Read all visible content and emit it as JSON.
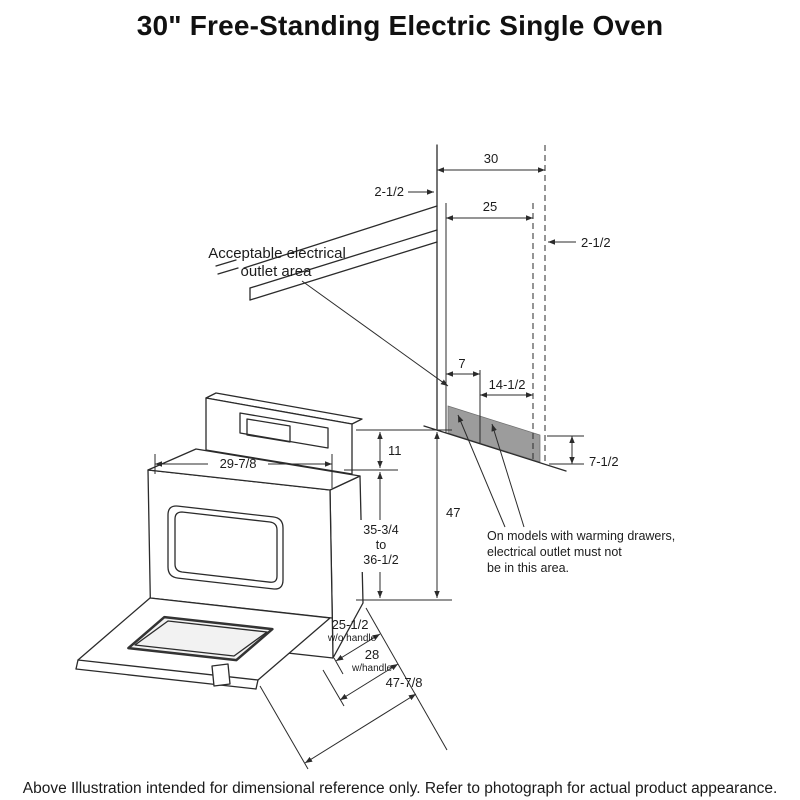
{
  "page": {
    "title": "30\" Free-Standing Electric Single Oven",
    "footer": "Above Illustration intended for dimensional reference only. Refer to photograph for actual product appearance."
  },
  "annotations": {
    "outlet_area": {
      "line1": "Acceptable electrical",
      "line2": "outlet area"
    },
    "warming_note": {
      "line1": "On models with warming drawers,",
      "line2": "electrical outlet must not",
      "line3": "be in this area."
    }
  },
  "dimensions": {
    "opening_width": "30",
    "left_clearance": "2-1/2",
    "inner_width": "25",
    "right_clearance": "2-1/2",
    "offset_from_edge": "7",
    "no_outlet_width": "14-1/2",
    "no_outlet_height": "7-1/2",
    "backguard_height": "11",
    "cooktop_height_line1": "35-3/4",
    "cooktop_height_line2": "to",
    "cooktop_height_line3": "36-1/2",
    "overall_height": "47",
    "cooktop_width": "29-7/8",
    "depth_body": "25-1/2",
    "depth_body_note": "w/o handle",
    "depth_handle": "28",
    "depth_handle_note": "w/handle",
    "depth_door_open": "47-7/8"
  },
  "colors": {
    "line": "#2b2b2b",
    "shaded_no_outlet_area": "#9c9c9c"
  }
}
